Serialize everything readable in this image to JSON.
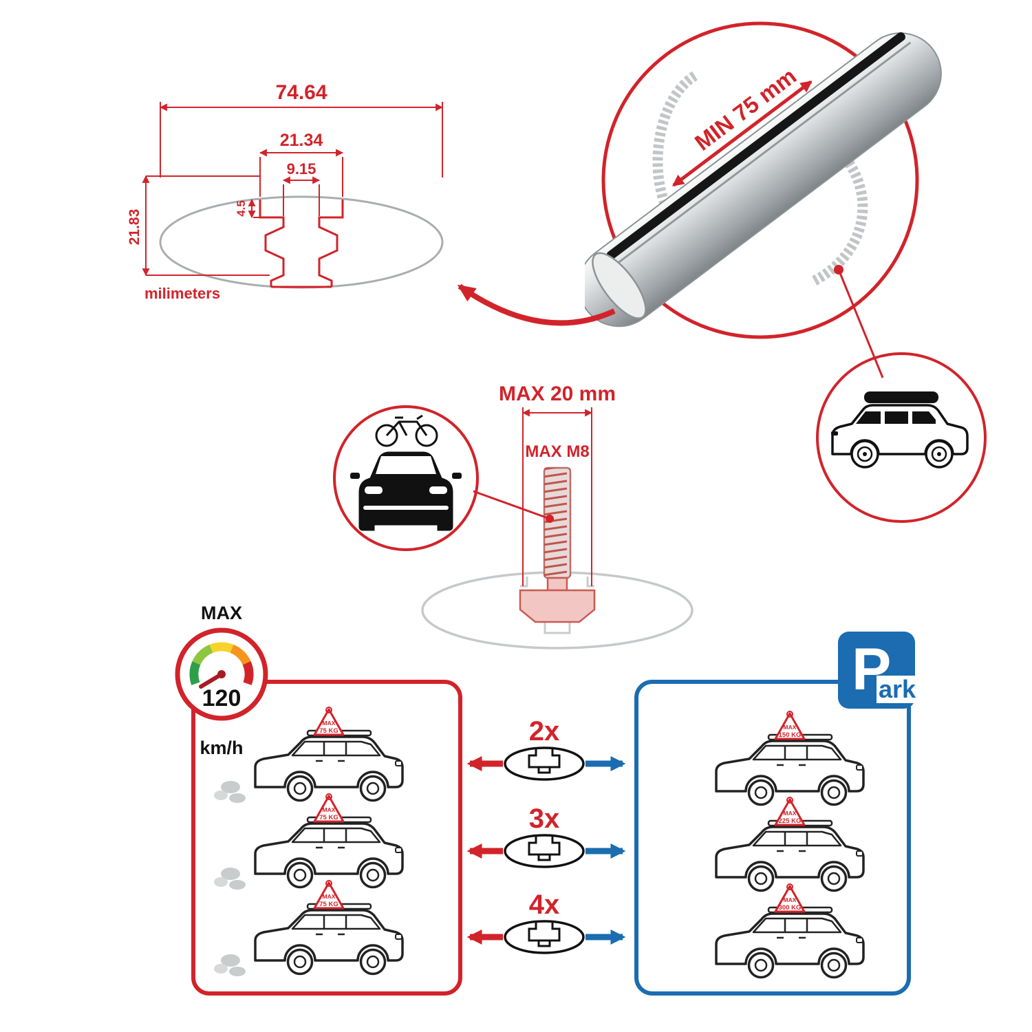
{
  "colors": {
    "red": "#d2232a",
    "blue": "#1b6cb0",
    "dark": "#111111",
    "gray": "#c9cccd",
    "silver": "#c3c7c9"
  },
  "dimensions": {
    "total_width": "74.64",
    "channel_width": "21.34",
    "slot_width": "9.15",
    "notch_depth": "4.5",
    "total_height": "21.83",
    "units_label": "milimeters"
  },
  "bar_detail": {
    "min_span_label": "MIN 75 mm"
  },
  "bolt_detail": {
    "max_width_label": "MAX 20 mm",
    "max_thread_label": "MAX M8"
  },
  "speed_limit": {
    "title": "MAX",
    "value": "120",
    "unit": "km/h"
  },
  "park_sign": {
    "p": "P",
    "suffix": "ark"
  },
  "load_cars_driving": [
    {
      "max": "MAX",
      "load": "75 KG"
    },
    {
      "max": "MAX",
      "load": "75 KG"
    },
    {
      "max": "MAX",
      "load": "75 KG"
    }
  ],
  "load_cars_parked": [
    {
      "max": "MAX",
      "load": "150 KG"
    },
    {
      "max": "MAX",
      "load": "225 KG"
    },
    {
      "max": "MAX",
      "load": "300 KG"
    }
  ],
  "bar_quantities": [
    {
      "label": "2x"
    },
    {
      "label": "3x"
    },
    {
      "label": "4x"
    }
  ]
}
